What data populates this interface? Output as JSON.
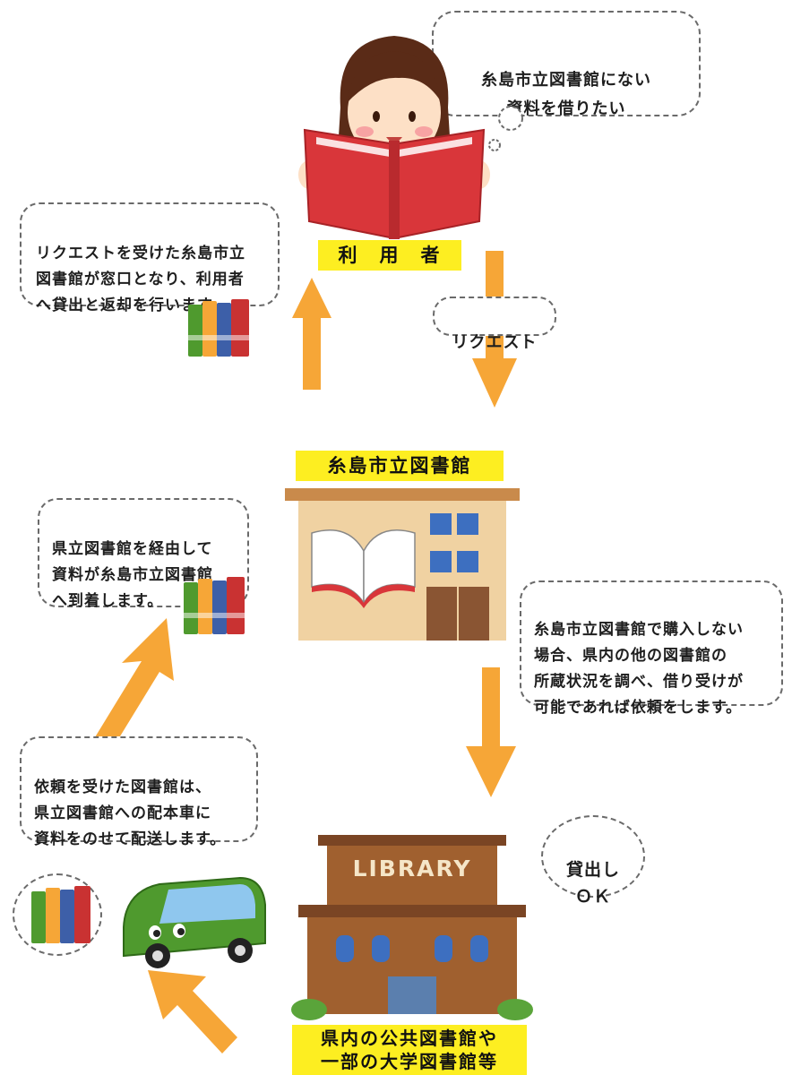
{
  "colors": {
    "arrow": "#f6a637",
    "label_bg": "#fdee21",
    "book_red": "#d9363a",
    "wall": "#f0d2a2",
    "library_brick": "#a0602f",
    "van": "#4f9a2e"
  },
  "user": {
    "label": "利　用　者",
    "thought": "糸島市立図書館にない\n資料を借りたい"
  },
  "request_label": "リクエスト",
  "itoshima_library": {
    "label": "糸島市立図書館"
  },
  "notes": {
    "lending": "リクエストを受けた糸島市立\n図書館が窓口となり、利用者\nへ貸出と返却を行います。",
    "arrival": "県立図書館を経由して\n資料が糸島市立図書館\nへ到着します。",
    "inquiry": "糸島市立図書館で購入しない\n場合、県内の他の図書館の\n所蔵状況を調べ、借り受けが\n可能であれば依頼をします。",
    "delivery": "依頼を受けた図書館は、\n県立図書館への配本車に\n資料をのせて配送します。"
  },
  "lending_ok": "貸出し\nＯＫ",
  "public_library": {
    "sign": "LIBRARY",
    "label_line1": "県内の公共図書館や",
    "label_line2": "一部の大学図書館等"
  },
  "icons": {
    "user": "girl-reading-book-icon",
    "library": "library-building-icon",
    "itoshima": "itoshima-library-icon",
    "van": "delivery-van-icon",
    "books": "books-stack-icon"
  }
}
